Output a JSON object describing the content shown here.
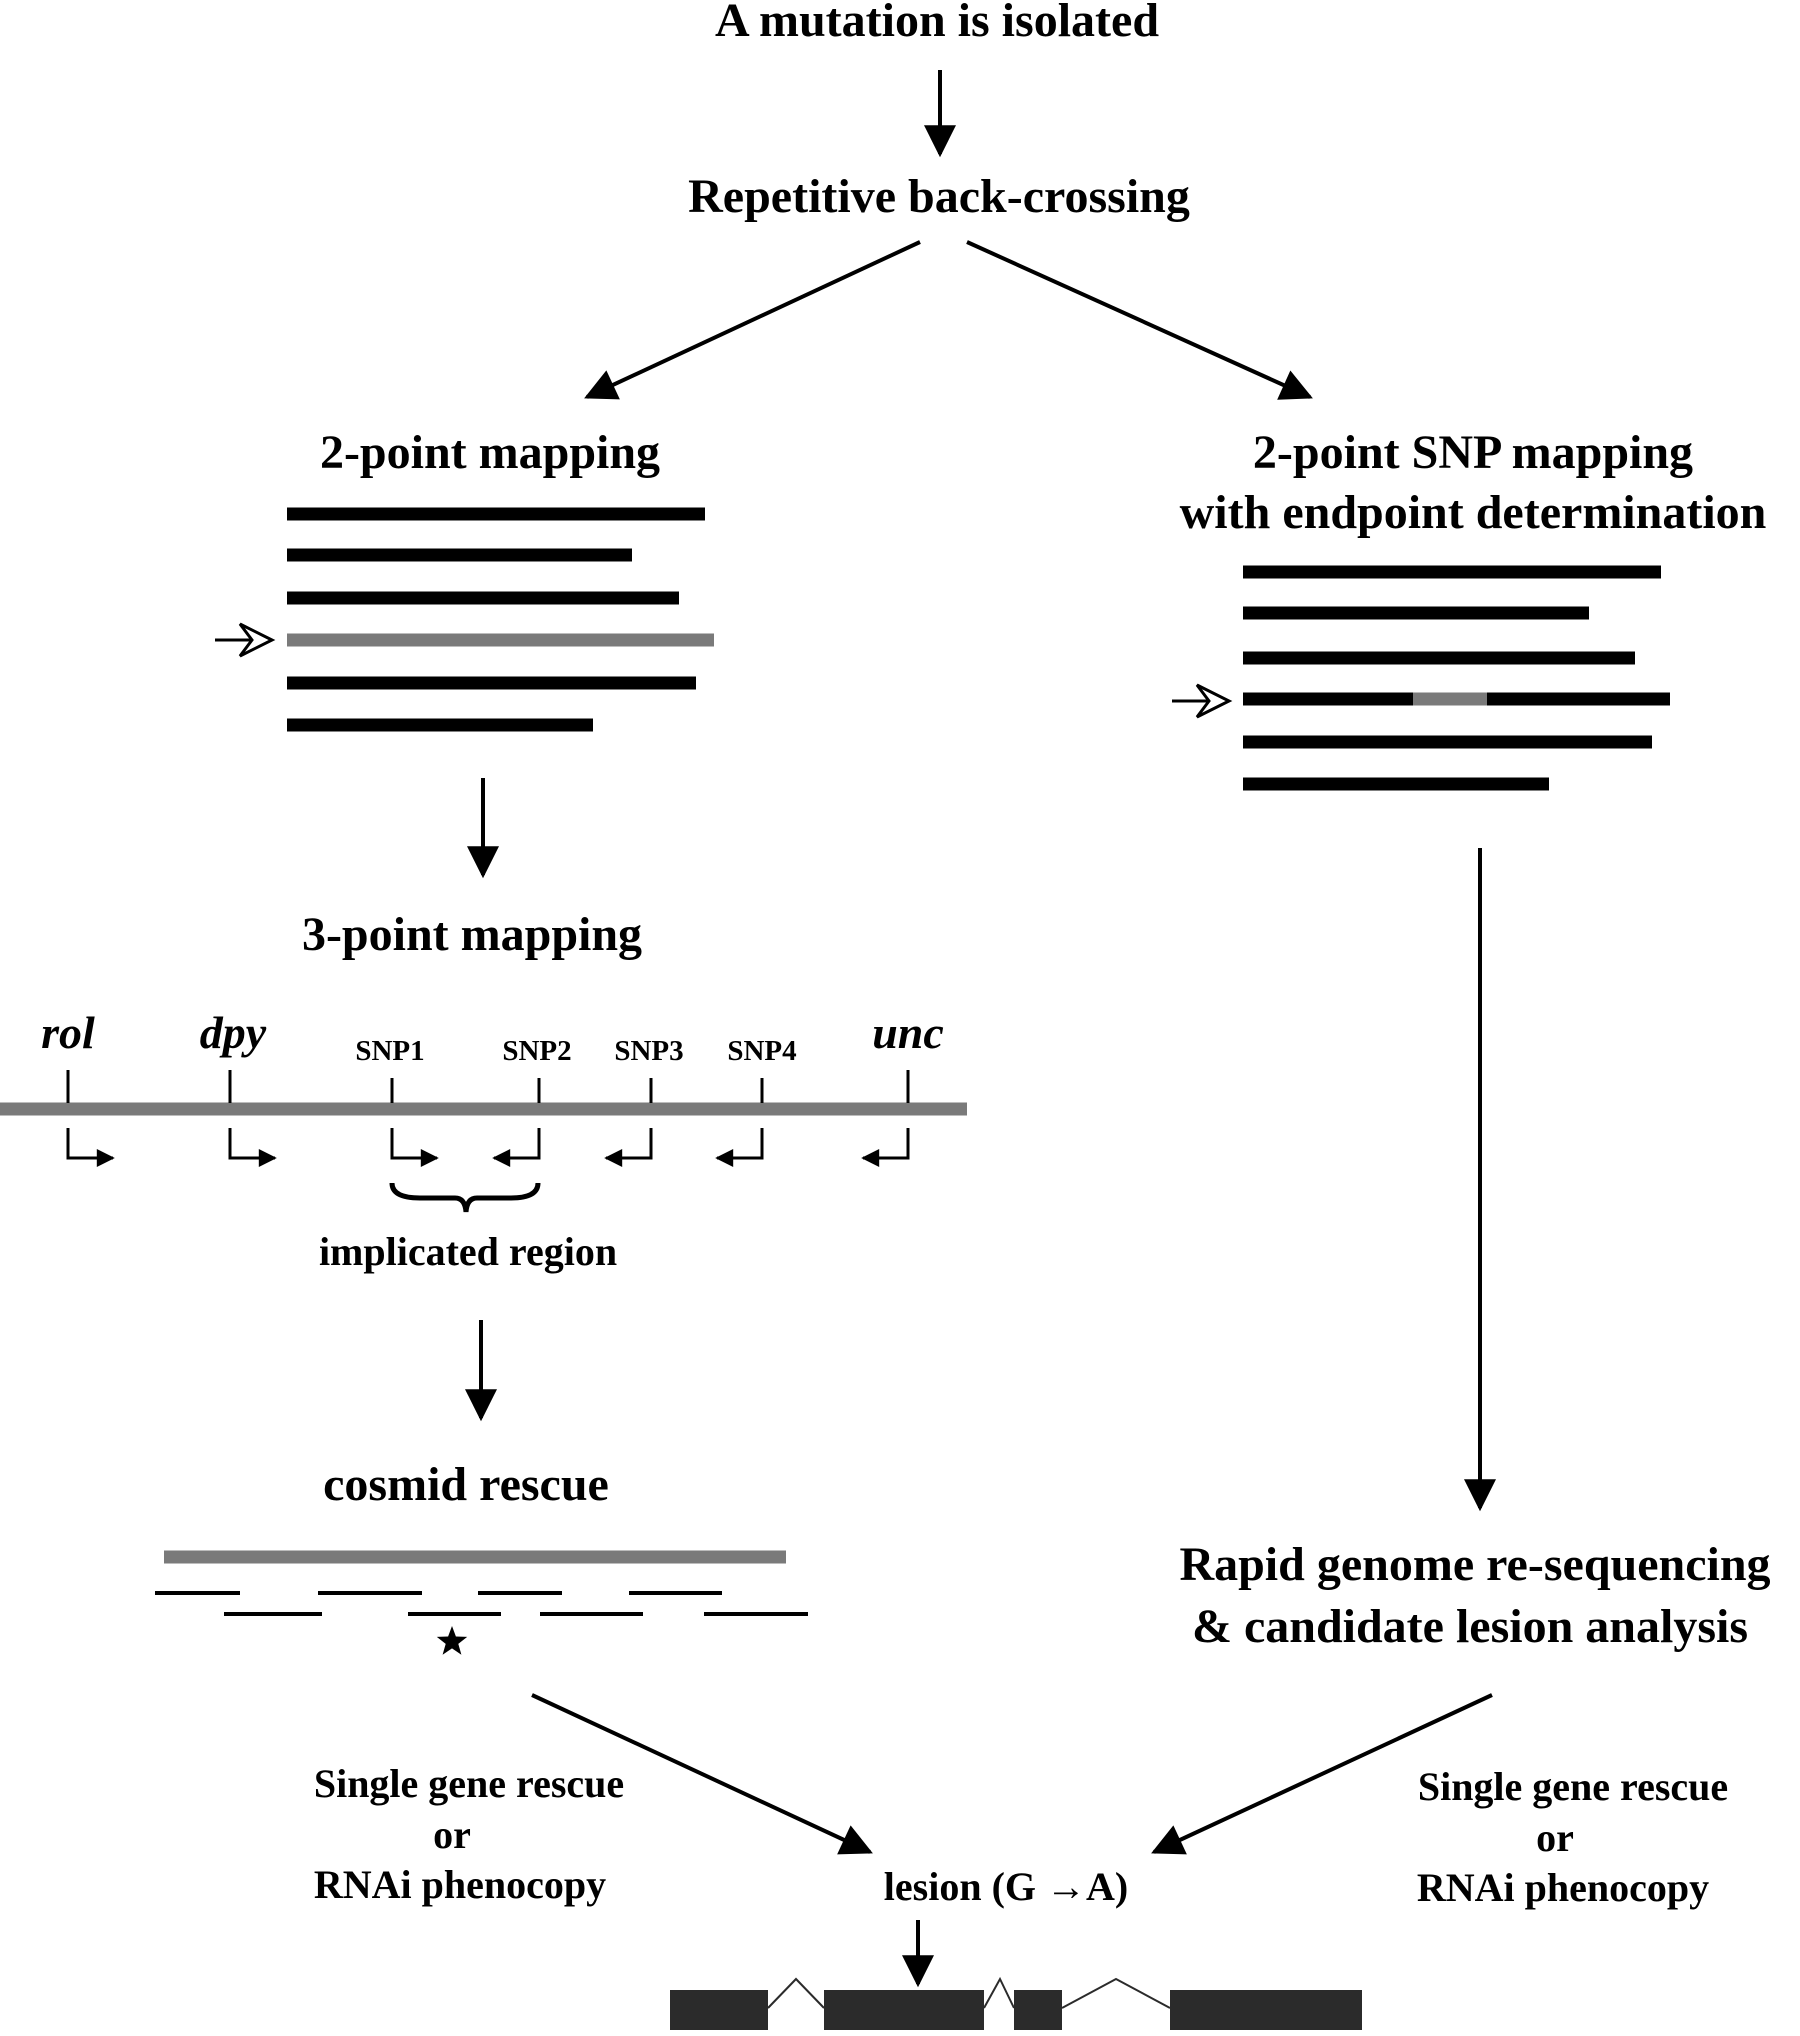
{
  "steps": {
    "mutation_isolated": "A mutation is isolated",
    "back_crossing": "Repetitive back-crossing",
    "two_point_mapping": "2-point mapping",
    "snp_mapping_line1": "2-point SNP mapping",
    "snp_mapping_line2": "with endpoint determination",
    "three_point_mapping": "3-point mapping",
    "implicated_region": "implicated region",
    "cosmid_rescue": "cosmid rescue",
    "resequencing_line1": "Rapid genome re-sequencing",
    "resequencing_line2": "& candidate lesion analysis",
    "lesion": "lesion (G →A)"
  },
  "markers": {
    "rol": "rol",
    "dpy": "dpy",
    "snp1": "SNP1",
    "snp2": "SNP2",
    "snp3": "SNP3",
    "snp4": "SNP4",
    "unc": "unc"
  },
  "left_rescue": {
    "line1": "Single gene rescue",
    "line2": "or",
    "line3": "RNAi phenocopy"
  },
  "right_rescue": {
    "line1": "Single gene rescue",
    "line2": "or",
    "line3": "RNAi phenocopy"
  },
  "colors": {
    "ink": "#000000",
    "gray": "#7a7a7a",
    "exon": "#2b2b2b"
  }
}
